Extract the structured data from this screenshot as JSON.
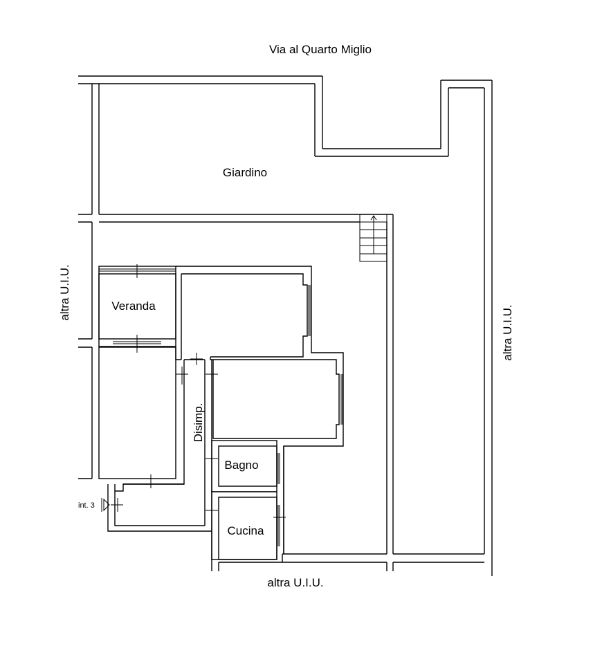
{
  "labels": {
    "street": "Via al Quarto Miglio",
    "garden": "Giardino",
    "veranda": "Veranda",
    "disimpegno": "Disimp.",
    "bagno": "Bagno",
    "cucina": "Cucina",
    "left_neighbor": "altra U.I.U.",
    "right_neighbor": "altra U.I.U.",
    "bottom_neighbor": "altra U.I.U.",
    "entrance": "int. 3"
  },
  "colors": {
    "line": "#000000",
    "background": "#ffffff"
  }
}
